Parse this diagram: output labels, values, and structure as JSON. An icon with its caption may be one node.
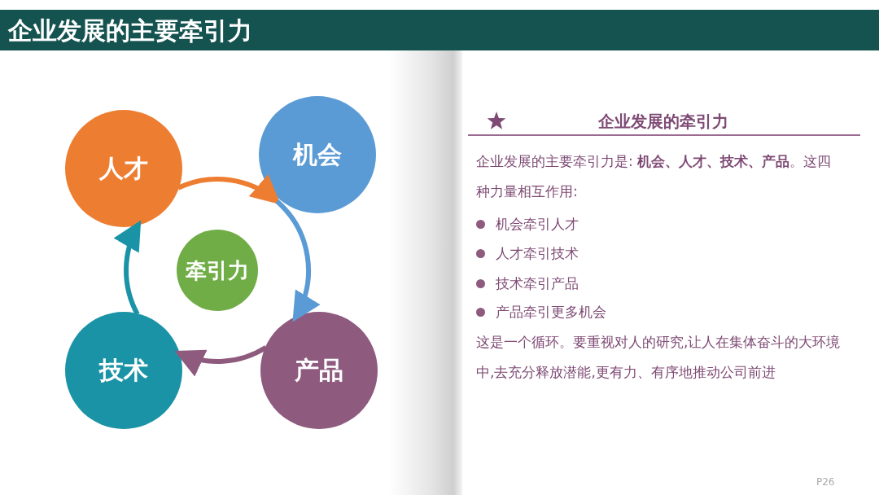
{
  "diagram": {
    "title": "企业发展的主要牵引力",
    "nodes": [
      {
        "text": [
          "人才"
        ]
      },
      {
        "text": [
          "机会"
        ]
      },
      {
        "text": [
          "牵引力"
        ]
      },
      {
        "text": [
          "技术"
        ]
      },
      {
        "text": [
          "产品"
        ]
      }
    ],
    "edges": [
      {
        "from": 0,
        "to": 1,
        "arrow": "to",
        "color": "#ed7d31"
      },
      {
        "from": 1,
        "to": 4,
        "arrow": "to",
        "color": "#5b9bd5"
      },
      {
        "from": 4,
        "to": 3,
        "arrow": "to",
        "color": "#8e5a7e"
      },
      {
        "from": 3,
        "to": 0,
        "arrow": "to",
        "color": "#1b93a6"
      }
    ],
    "labels": [
      "企业发展的牵引力",
      "企业发展的主要牵引力是: **机会、人才、技术、产品**。这四种力量相互作用:",
      "机会牵引人才",
      "人才牵引技术",
      "技术牵引产品",
      "产品牵引更多机会",
      "这是一个循环。要重视对人的研究,让人在集体奋斗的大环境中,去充分释放潜能,更有力、有序地推动公司前进",
      "P26"
    ]
  }
}
